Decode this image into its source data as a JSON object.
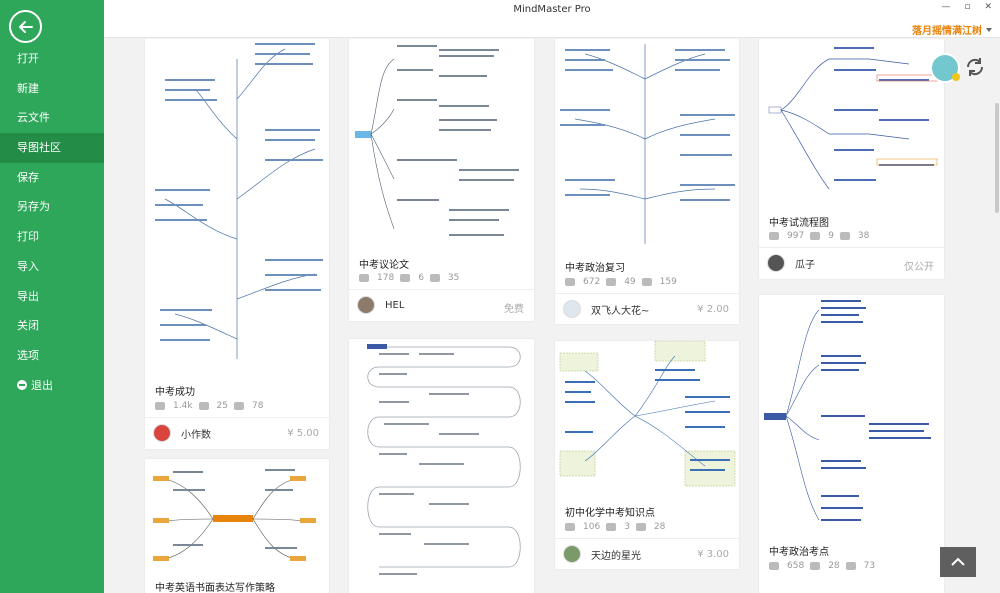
{
  "app": {
    "title": "MindMaster Pro"
  },
  "window": {
    "minimize": "—",
    "restore": "▫",
    "close": "✕"
  },
  "user": {
    "name": "落月摇情满江树"
  },
  "sidebar": {
    "items": [
      {
        "label": "打开"
      },
      {
        "label": "新建"
      },
      {
        "label": "云文件"
      },
      {
        "label": "导图社区"
      },
      {
        "label": "保存"
      },
      {
        "label": "另存为"
      },
      {
        "label": "打印"
      },
      {
        "label": "导入"
      },
      {
        "label": "导出"
      },
      {
        "label": "关闭"
      },
      {
        "label": "选项"
      },
      {
        "label": "退出"
      }
    ],
    "active_index": 3
  },
  "cards": [
    {
      "title": "中考成功",
      "views": "1.4k",
      "likes": "25",
      "favs": "78",
      "author": "小作数",
      "price": "¥ 5.00"
    },
    {
      "title": "中考议论文",
      "views": "178",
      "likes": "6",
      "favs": "35",
      "author": "HEL",
      "price": "免费"
    },
    {
      "title": "中考政治复习",
      "views": "672",
      "likes": "49",
      "favs": "159",
      "author": "双飞人大花~",
      "price": "¥ 2.00"
    },
    {
      "title": "中考试流程图",
      "views": "997",
      "likes": "9",
      "favs": "38",
      "author": "瓜子",
      "price": "仅公开"
    },
    {
      "title": "中考英语书面表达写作策略",
      "views": "",
      "likes": "",
      "favs": "",
      "author": "",
      "price": ""
    },
    {
      "title": "",
      "views": "",
      "likes": "",
      "favs": "",
      "author": "",
      "price": ""
    },
    {
      "title": "初中化学中考知识点",
      "views": "106",
      "likes": "3",
      "favs": "28",
      "author": "天边的星光",
      "price": "¥ 3.00"
    },
    {
      "title": "中考政治考点",
      "views": "658",
      "likes": "28",
      "favs": "73",
      "author": "",
      "price": ""
    }
  ],
  "colors": {
    "brand": "#2ea75a",
    "active": "#238d48",
    "user": "#e8830c"
  }
}
